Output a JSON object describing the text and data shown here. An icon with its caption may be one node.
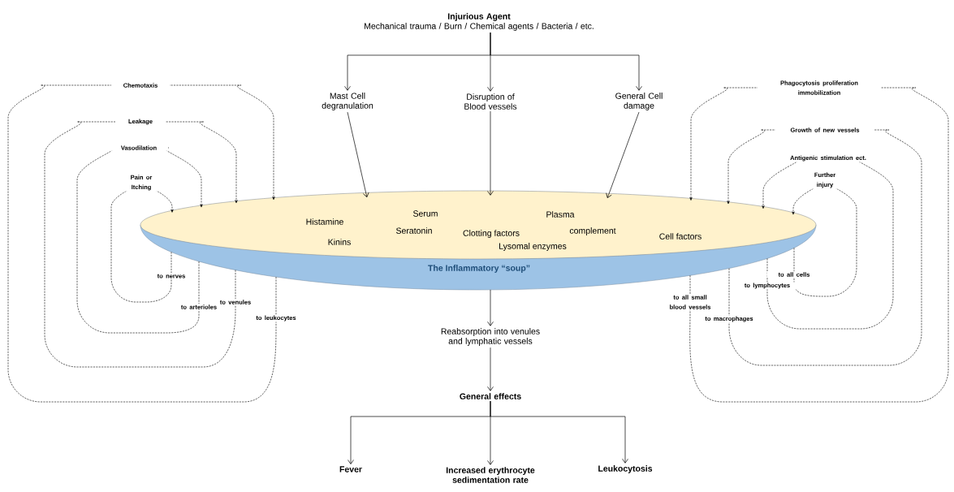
{
  "diagram": {
    "nodes": [
      {
        "text": [
          "Injurious Agent",
          "Mechanical trauma / Burn / Chemical agents / Bacteria / etc."
        ]
      },
      {
        "text": [
          "Mast Cell degranulation"
        ]
      },
      {
        "text": [
          "Disruption of Blood vessels"
        ]
      },
      {
        "text": [
          "General Cell damage"
        ]
      },
      {
        "text": [
          "Serum",
          "Plasma",
          "Histamine",
          "Seratonin",
          "complement",
          "Clotting factors",
          "Cell factors",
          "Kinins",
          "Lysomal enzymes",
          "The Inflammatory “soup”"
        ]
      },
      {
        "text": [
          "Reabsorption into venules and lymphatic vessels"
        ]
      },
      {
        "text": [
          "General effects"
        ]
      },
      {
        "text": [
          "Fever"
        ]
      },
      {
        "text": [
          "Increased erythrocyte sedimentation rate"
        ]
      },
      {
        "text": [
          "Leukocytosis"
        ]
      }
    ],
    "edges": [
      {
        "from": 0,
        "to": 1,
        "arrow": "to"
      },
      {
        "from": 0,
        "to": 2,
        "arrow": "to"
      },
      {
        "from": 0,
        "to": 3,
        "arrow": "to"
      },
      {
        "from": 1,
        "to": 4,
        "arrow": "to"
      },
      {
        "from": 2,
        "to": 4,
        "arrow": "to"
      },
      {
        "from": 3,
        "to": 4,
        "arrow": "to"
      },
      {
        "from": 4,
        "to": 5,
        "arrow": "to"
      },
      {
        "from": 5,
        "to": 6,
        "arrow": "to"
      },
      {
        "from": 6,
        "to": 7,
        "arrow": "to"
      },
      {
        "from": 6,
        "to": 8,
        "arrow": "to"
      },
      {
        "from": 6,
        "to": 9,
        "arrow": "to"
      },
      {
        "from": 4,
        "to": 4,
        "arrow": "to",
        "style": "dashed",
        "label": "Pain or Itching"
      },
      {
        "from": 4,
        "to": 4,
        "arrow": "to",
        "style": "dashed",
        "label": "Vasodilation"
      },
      {
        "from": 4,
        "to": 4,
        "arrow": "to",
        "style": "dashed",
        "label": "Leakage"
      },
      {
        "from": 4,
        "to": 4,
        "arrow": "to",
        "style": "dashed",
        "label": "Chemotaxis"
      },
      {
        "from": 4,
        "to": 4,
        "arrow": "to",
        "style": "dashed",
        "label": "Further injury"
      },
      {
        "from": 4,
        "to": 4,
        "arrow": "to",
        "style": "dashed",
        "label": "Antigenic stimulation ect."
      },
      {
        "from": 4,
        "to": 4,
        "arrow": "to",
        "style": "dashed",
        "label": "Growth of new vessels"
      },
      {
        "from": 4,
        "to": 4,
        "arrow": "to",
        "style": "dashed",
        "label": "Phagocytosis proliferation immobilization"
      }
    ],
    "labels": [
      "to nerves",
      "to arterioles",
      "to venules",
      "to leukocytes",
      "to all small blood vessels",
      "to macrophages",
      "to lymphocytes",
      "to all cells"
    ]
  }
}
